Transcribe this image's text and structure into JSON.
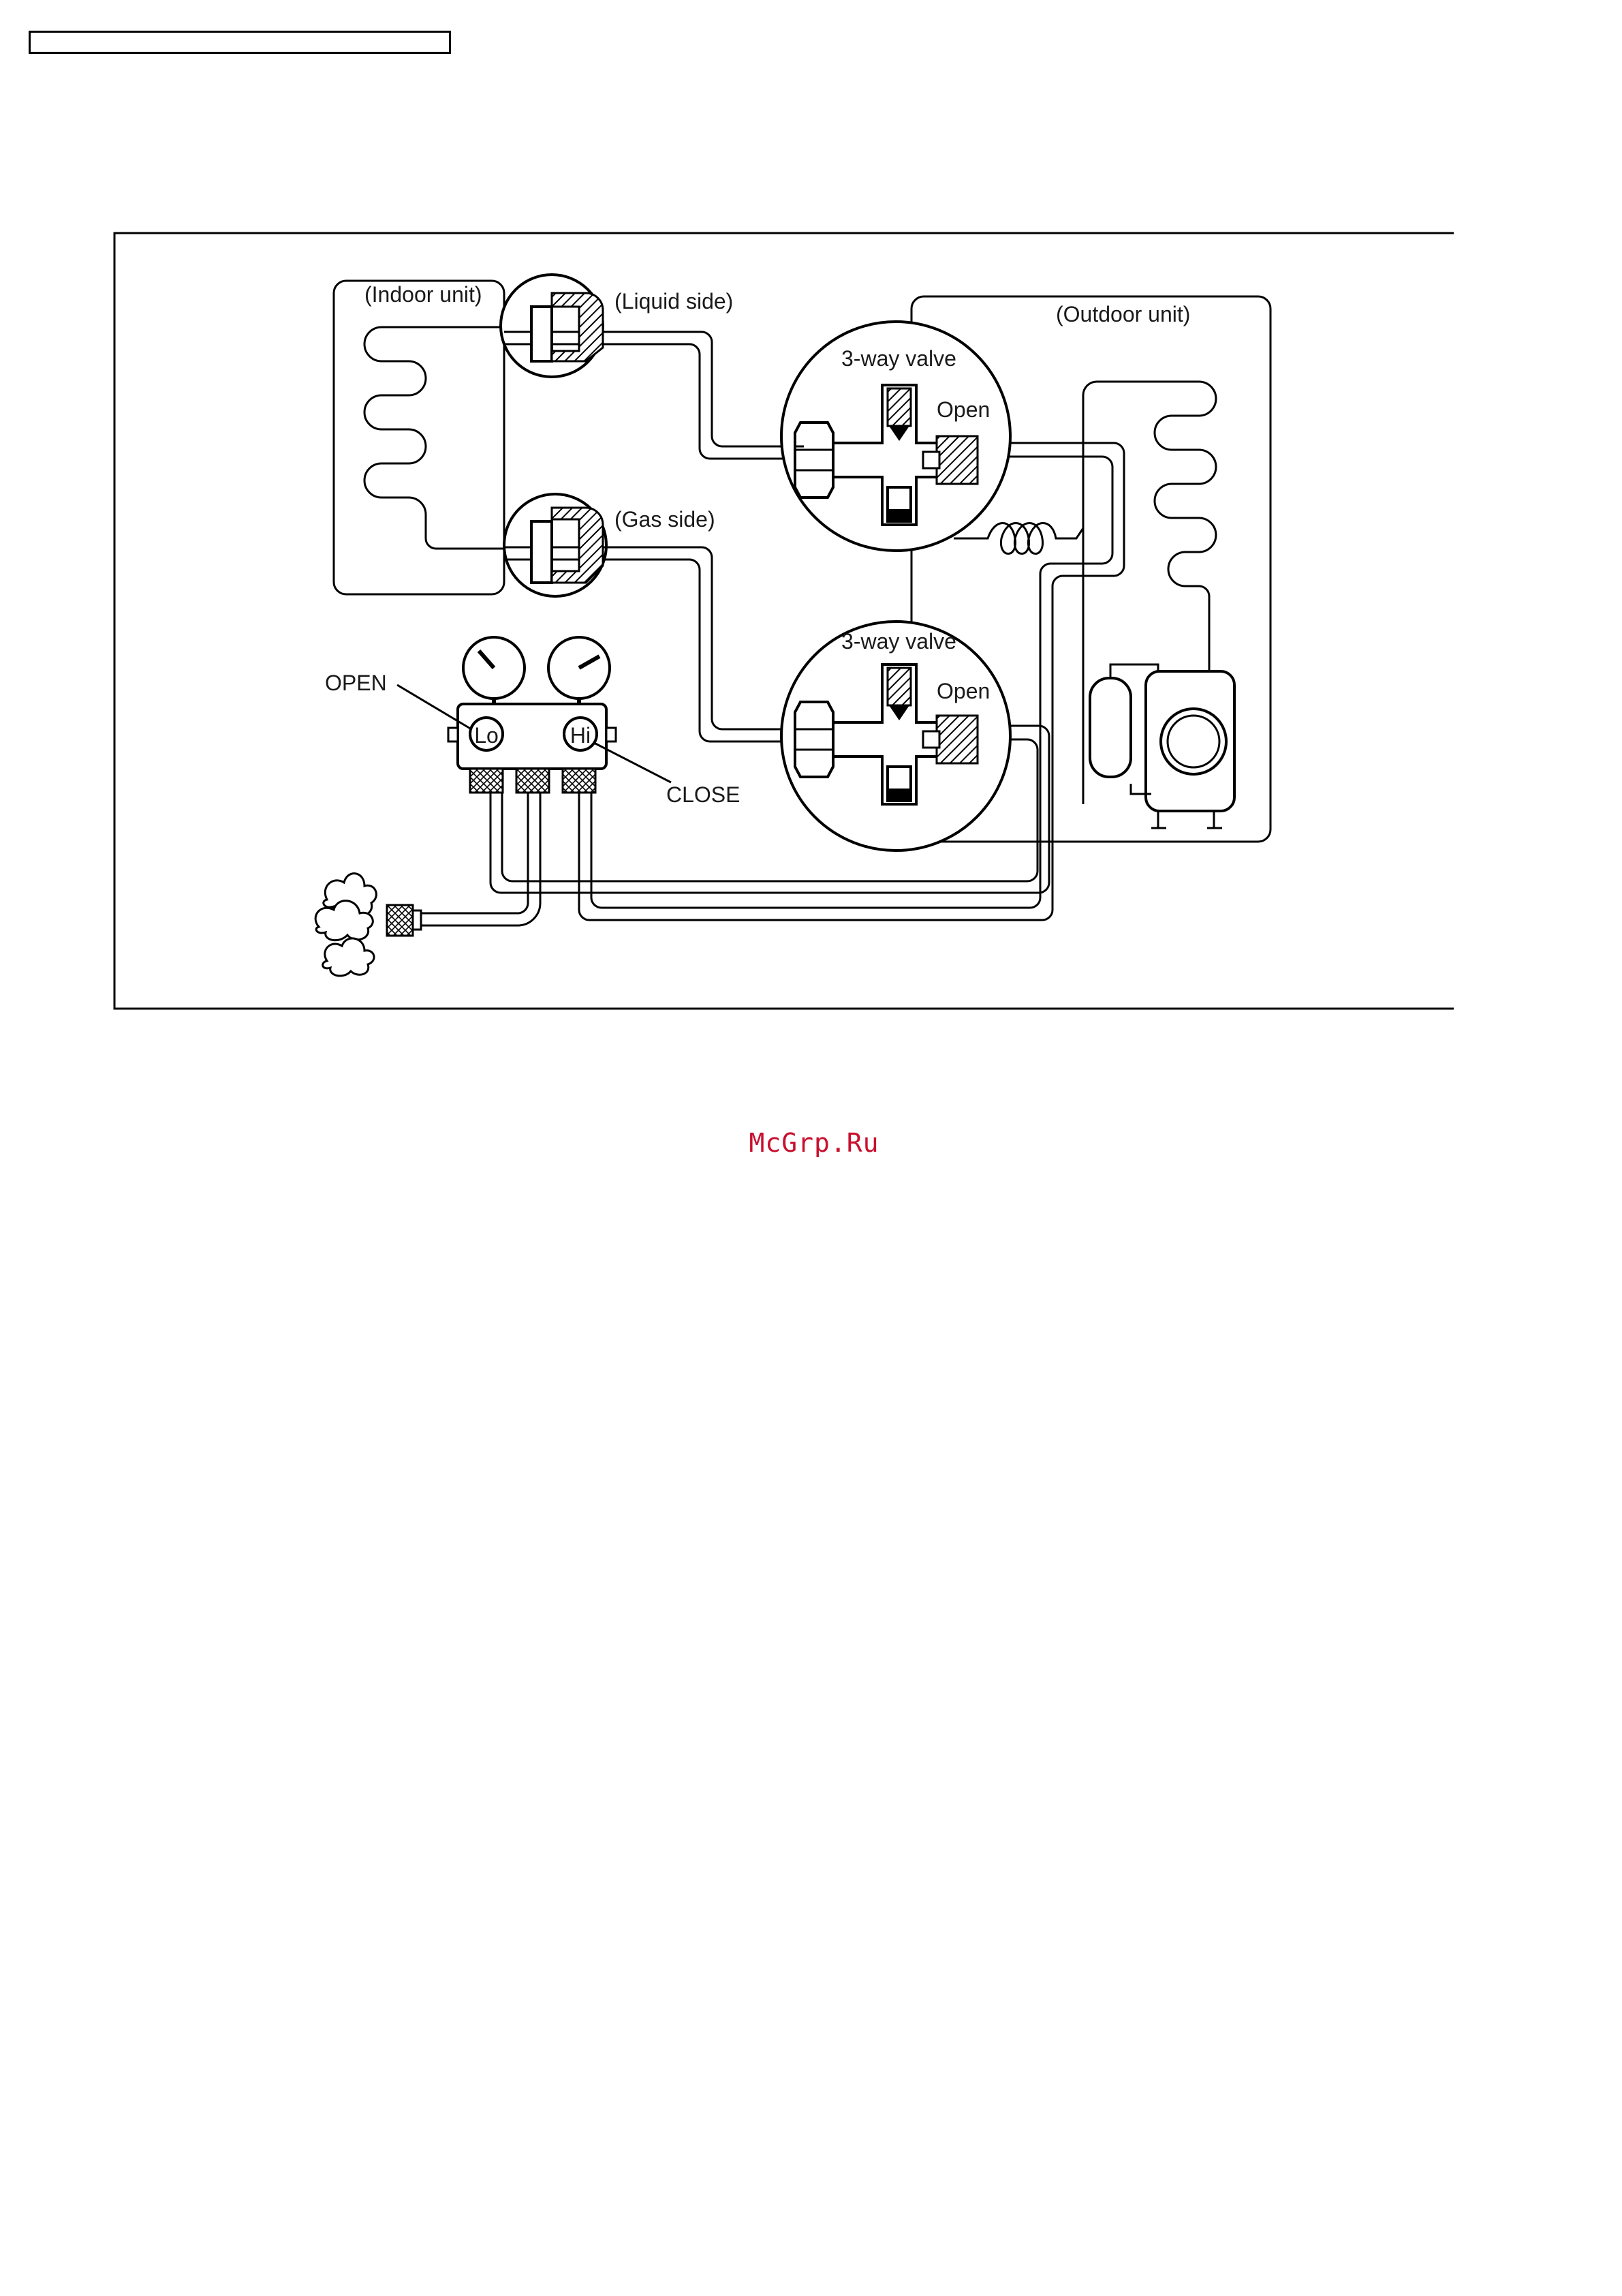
{
  "diagram": {
    "labels": {
      "indoor_unit": "(Indoor unit)",
      "liquid_side": "(Liquid side)",
      "gas_side": "(Gas side)",
      "outdoor_unit": "(Outdoor unit)",
      "valve_top": "3-way valve",
      "valve_bottom": "3-way valve",
      "open_top": "Open",
      "open_bottom": "Open",
      "open_gauge": "OPEN",
      "close_gauge": "CLOSE",
      "gauge_lo": "Lo",
      "gauge_hi": "Hi"
    }
  },
  "watermark": {
    "text": "McGrp.Ru"
  }
}
